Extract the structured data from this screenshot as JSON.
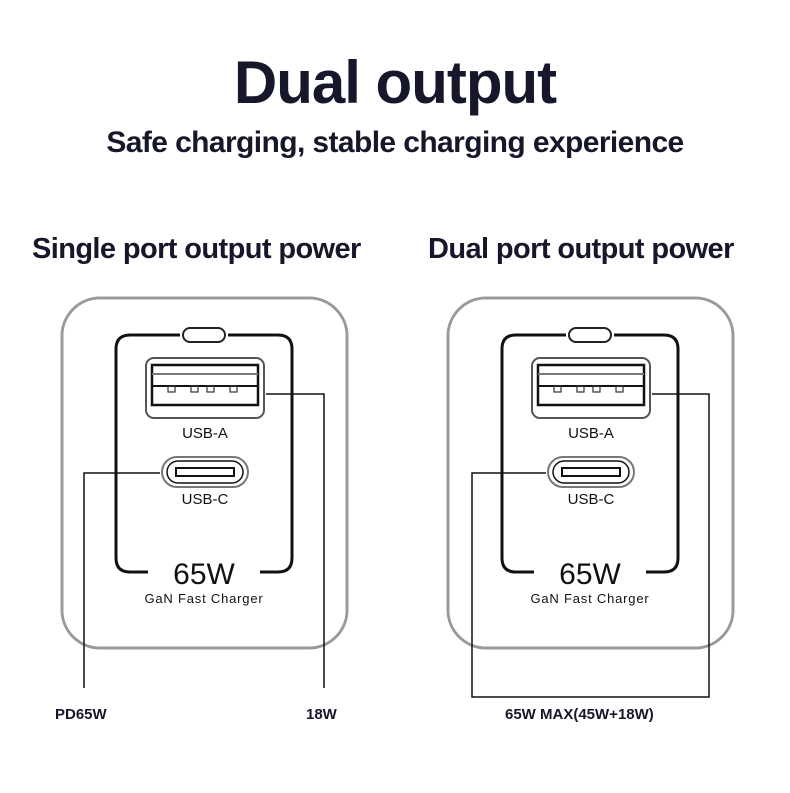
{
  "header": {
    "title": "Dual output",
    "subtitle": "Safe charging, stable charging experience"
  },
  "panels": [
    {
      "heading": "Single port output power",
      "device": {
        "port_a_label": "USB-A",
        "port_c_label": "USB-C",
        "wattage": "65W",
        "product_line": "GaN Fast Charger"
      },
      "callouts": {
        "usb_c": "PD65W",
        "usb_a": "18W"
      }
    },
    {
      "heading": "Dual port output power",
      "device": {
        "port_a_label": "USB-A",
        "port_c_label": "USB-C",
        "wattage": "65W",
        "product_line": "GaN Fast Charger"
      },
      "callouts": {
        "combined": "65W MAX(45W+18W)"
      }
    }
  ],
  "colors": {
    "text": "#17172b",
    "outline": "#111111",
    "housing": "#9a9a9a"
  }
}
